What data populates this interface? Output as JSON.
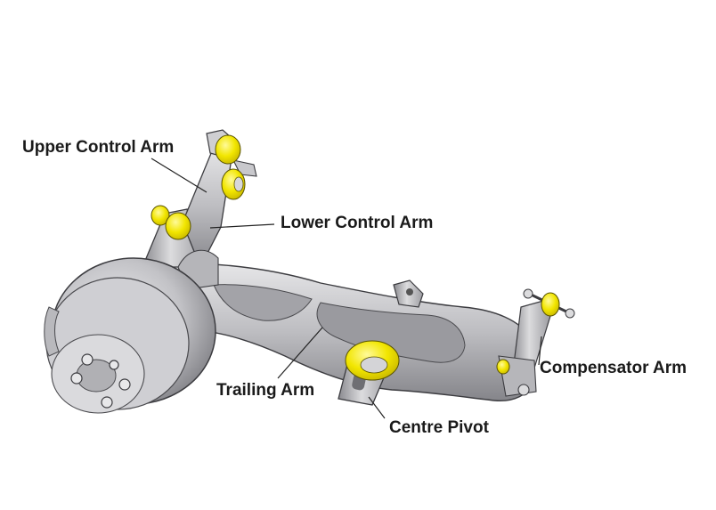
{
  "labels": {
    "upper_control_arm": "Upper Control Arm",
    "lower_control_arm": "Lower Control Arm",
    "trailing_arm": "Trailing Arm",
    "centre_pivot": "Centre Pivot",
    "compensator_arm": "Compensator Arm"
  },
  "colors": {
    "bushing": "#f2e600",
    "metal_light": "#d4d4d6",
    "metal_mid": "#a9a9ad",
    "metal_dark": "#77777c",
    "outline": "#3c3c40",
    "leader": "#222222"
  },
  "icons": {
    "bushing": "bushing-icon",
    "bolt": "bolt-icon",
    "nut": "nut-icon"
  }
}
